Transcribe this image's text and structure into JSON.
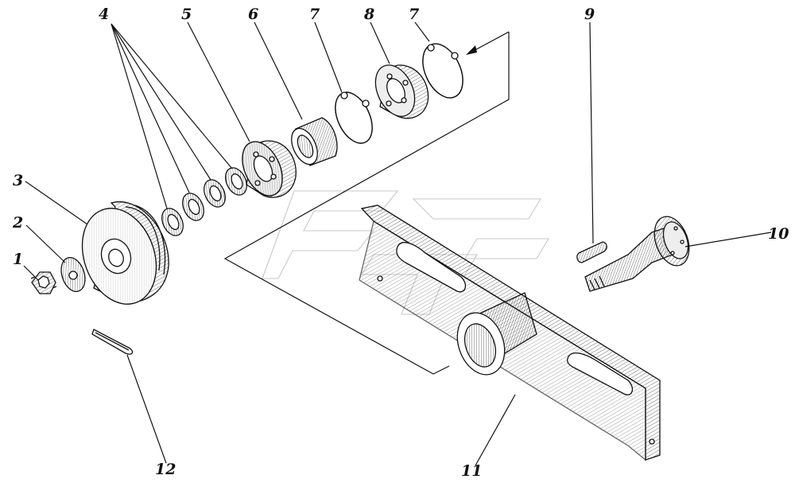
{
  "callouts": {
    "n1": "1",
    "n2": "2",
    "n3": "3",
    "n4": "4",
    "n5": "5",
    "n6": "6",
    "n7a": "7",
    "n8": "8",
    "n7b": "7",
    "n9": "9",
    "n10": "10",
    "n11": "11",
    "n12": "12"
  },
  "colors": {
    "ink": "#111111",
    "paper": "#ffffff",
    "watermark": "#c8c8c8"
  }
}
